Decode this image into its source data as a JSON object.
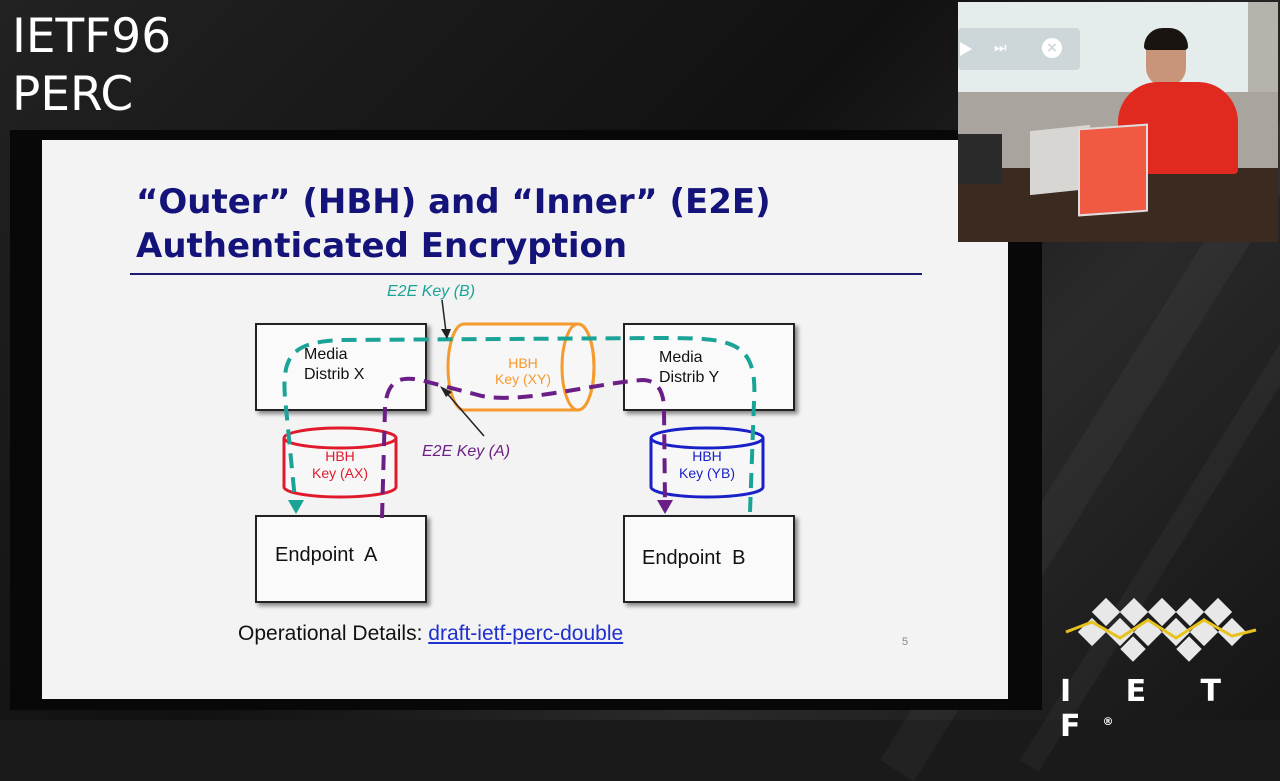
{
  "overlay": {
    "line1": "IETF96",
    "line2": "PERC"
  },
  "slide": {
    "title_line1": "“Outer” (HBH) and “Inner” (E2E)",
    "title_line2": "Authenticated Encryption",
    "boxes": {
      "media_x_line1": "Media",
      "media_x_line2": "Distrib X",
      "media_y_line1": "Media",
      "media_y_line2": "Distrib Y",
      "endpoint_a": "Endpoint  A",
      "endpoint_b": "Endpoint  B"
    },
    "cylinders": {
      "xy_line1": "HBH",
      "xy_line2": "Key (XY)",
      "ax_line1": "HBH",
      "ax_line2": "Key (AX)",
      "yb_line1": "HBH",
      "yb_line2": "Key (YB)"
    },
    "callouts": {
      "e2e_b": "E2E Key (B)",
      "e2e_a": "E2E Key (A)"
    },
    "footer_label": "Operational Details: ",
    "footer_link": "draft-ietf-perc-double",
    "page_number": "5"
  },
  "video": {
    "controls": [
      "play-icon",
      "skip-forward-icon",
      "close-icon"
    ]
  },
  "logo": {
    "text": "I E T F",
    "registered": "®"
  },
  "colors": {
    "teal": "#1aa397",
    "purple": "#6b1f86",
    "orange": "#f59a2c",
    "red": "#e01a2c",
    "blue": "#1a20c8",
    "title_navy": "#14137a",
    "link_blue": "#1f2fd0"
  }
}
